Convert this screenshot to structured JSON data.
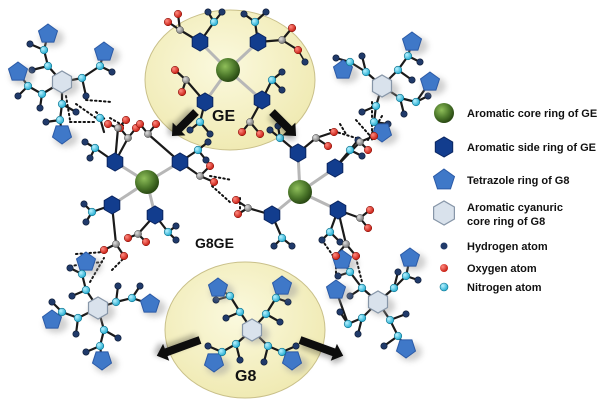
{
  "labels": {
    "ge": "GE",
    "g8ge": "G8GE",
    "g8": "G8"
  },
  "legend": [
    {
      "icon": "green-sphere-icon",
      "text": [
        "Aromatic core ring of GE"
      ]
    },
    {
      "icon": "navy-hexagon-icon",
      "text": [
        "Aromatic side ring of GE"
      ]
    },
    {
      "icon": "blue-pentagon-icon",
      "text": [
        "Tetrazole ring of G8"
      ]
    },
    {
      "icon": "grey-hexagon-icon",
      "text": [
        "Aromatic cyanuric",
        "core ring of G8"
      ]
    },
    {
      "icon": "hydrogen-dot-icon",
      "text": [
        "Hydrogen atom"
      ]
    },
    {
      "icon": "oxygen-dot-icon",
      "text": [
        "Oxygen atom"
      ]
    },
    {
      "icon": "nitrogen-dot-icon",
      "text": [
        "Nitrogen atom"
      ]
    }
  ],
  "colors": {
    "core_ge": "#4e7a2c",
    "side_ge": "#123d8e",
    "tetrazole": "#3f78c8",
    "cyanuric": "#d9e2ec",
    "hydrogen": "#203a6a",
    "oxygen": "#e3271b",
    "nitrogen": "#31c3e3",
    "carbon": "#9a9a9a",
    "ellipse_fill": "#f6f3c6",
    "ellipse_stroke": "#c9c08a"
  }
}
